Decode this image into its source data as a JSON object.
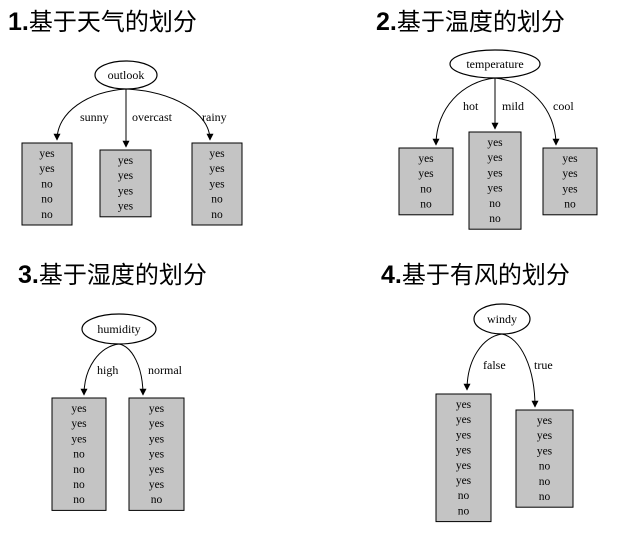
{
  "colors": {
    "leaf_fill": "#c4c4c4",
    "stroke": "#000000",
    "background": "#ffffff"
  },
  "panels": [
    {
      "number": "1.",
      "heading": "基于天气的划分",
      "attribute": "outlook",
      "branches": [
        {
          "label": "sunny",
          "outcomes": [
            "yes",
            "yes",
            "no",
            "no",
            "no"
          ]
        },
        {
          "label": "overcast",
          "outcomes": [
            "yes",
            "yes",
            "yes",
            "yes"
          ]
        },
        {
          "label": "rainy",
          "outcomes": [
            "yes",
            "yes",
            "yes",
            "no",
            "no"
          ]
        }
      ]
    },
    {
      "number": "2.",
      "heading": "基于温度的划分",
      "attribute": "temperature",
      "branches": [
        {
          "label": "hot",
          "outcomes": [
            "yes",
            "yes",
            "no",
            "no"
          ]
        },
        {
          "label": "mild",
          "outcomes": [
            "yes",
            "yes",
            "yes",
            "yes",
            "no",
            "no"
          ]
        },
        {
          "label": "cool",
          "outcomes": [
            "yes",
            "yes",
            "yes",
            "no"
          ]
        }
      ]
    },
    {
      "number": "3.",
      "heading": "基于湿度的划分",
      "attribute": "humidity",
      "branches": [
        {
          "label": "high",
          "outcomes": [
            "yes",
            "yes",
            "yes",
            "no",
            "no",
            "no",
            "no"
          ]
        },
        {
          "label": "normal",
          "outcomes": [
            "yes",
            "yes",
            "yes",
            "yes",
            "yes",
            "yes",
            "no"
          ]
        }
      ]
    },
    {
      "number": "4.",
      "heading": "基于有风的划分",
      "attribute": "windy",
      "branches": [
        {
          "label": "false",
          "outcomes": [
            "yes",
            "yes",
            "yes",
            "yes",
            "yes",
            "yes",
            "no",
            "no"
          ]
        },
        {
          "label": "true",
          "outcomes": [
            "yes",
            "yes",
            "yes",
            "no",
            "no",
            "no"
          ]
        }
      ]
    }
  ]
}
